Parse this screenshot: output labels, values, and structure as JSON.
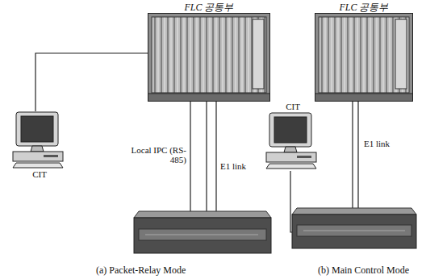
{
  "diagram": {
    "nodes": [
      {
        "text": [
          "FLC 공통부"
        ]
      },
      {
        "text": [
          "CIT"
        ]
      },
      {
        "text": [
          "FLC 공통부"
        ]
      },
      {
        "text": [
          "CIT"
        ]
      }
    ],
    "edges": [
      {
        "from": 1,
        "to": 0,
        "arrow": "none"
      }
    ],
    "labels": [
      "Local IPC (RS-485)",
      "E1 link",
      "E1 link",
      "(a) Packet-Relay Mode",
      "(b) Main Control Mode"
    ]
  }
}
